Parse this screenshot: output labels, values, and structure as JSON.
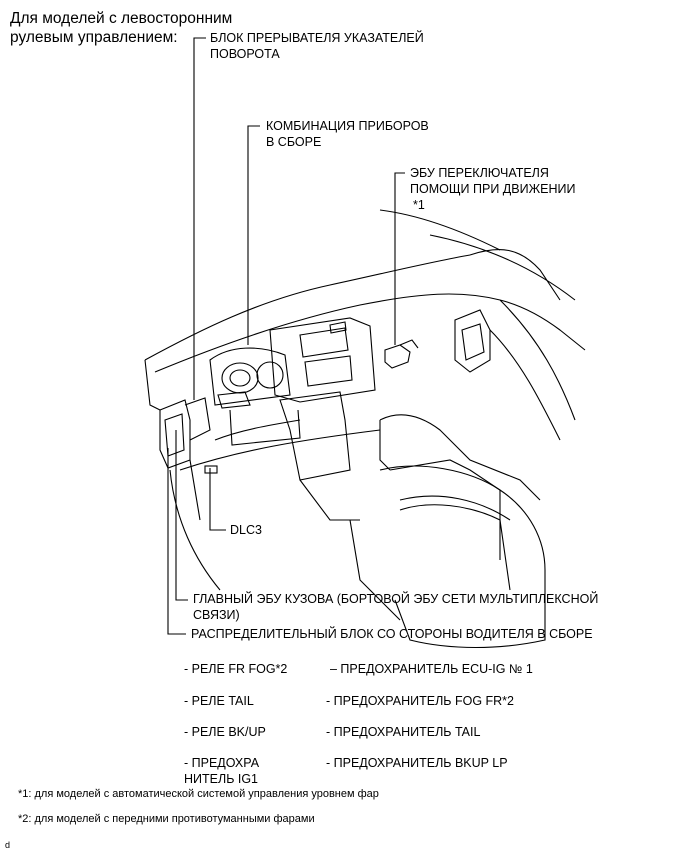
{
  "heading": {
    "line1": "Для моделей с левосторонним",
    "line2": "рулевым управлением:"
  },
  "labels": {
    "flasher_l1": "БЛОК ПРЕРЫВАТЕЛЯ УКАЗАТЕЛЕЙ",
    "flasher_l2": "ПОВОРОТА",
    "meter_l1": "КОМБИНАЦИЯ ПРИБОРОВ",
    "meter_l2": "В СБОРЕ",
    "assist_l1": "ЭБУ ПЕРЕКЛЮЧАТЕЛЯ",
    "assist_l2": "ПОМОЩИ ПРИ ДВИЖЕНИИ",
    "assist_l3": "*1",
    "dlc3": "DLC3",
    "body_ecu_l1": "ГЛАВНЫЙ ЭБУ КУЗОВА (БОРТОВОЙ ЭБУ СЕТИ МУЛЬТИПЛЕКСНОЙ",
    "body_ecu_l2": "СВЯЗИ)",
    "junction_block": "РАСПРЕДЕЛИТЕЛЬНЫЙ БЛОК СО СТОРОНЫ ВОДИТЕЛЯ В СБОРЕ"
  },
  "relays": {
    "r1": "- РЕЛЕ FR FOG*2",
    "r2": "- РЕЛЕ TAIL",
    "r3": "- РЕЛЕ BK/UP",
    "r4_l1": "- ПРЕДОХРА",
    "r4_l2": "НИТЕЛЬ IG1"
  },
  "fuses": {
    "f1": "– ПРЕДОХРАНИТЕЛЬ ECU-IG № 1",
    "f2": "- ПРЕДОХРАНИТЕЛЬ FOG FR*2",
    "f3": "- ПРЕДОХРАНИТЕЛЬ TAIL",
    "f4": "- ПРЕДОХРАНИТЕЛЬ BKUP LP"
  },
  "footnotes": {
    "n1": "*1: для моделей с автоматической системой управления уровнем фар",
    "n2": "*2: для моделей с передними противотуманными фарами"
  },
  "corner_mark": "d"
}
